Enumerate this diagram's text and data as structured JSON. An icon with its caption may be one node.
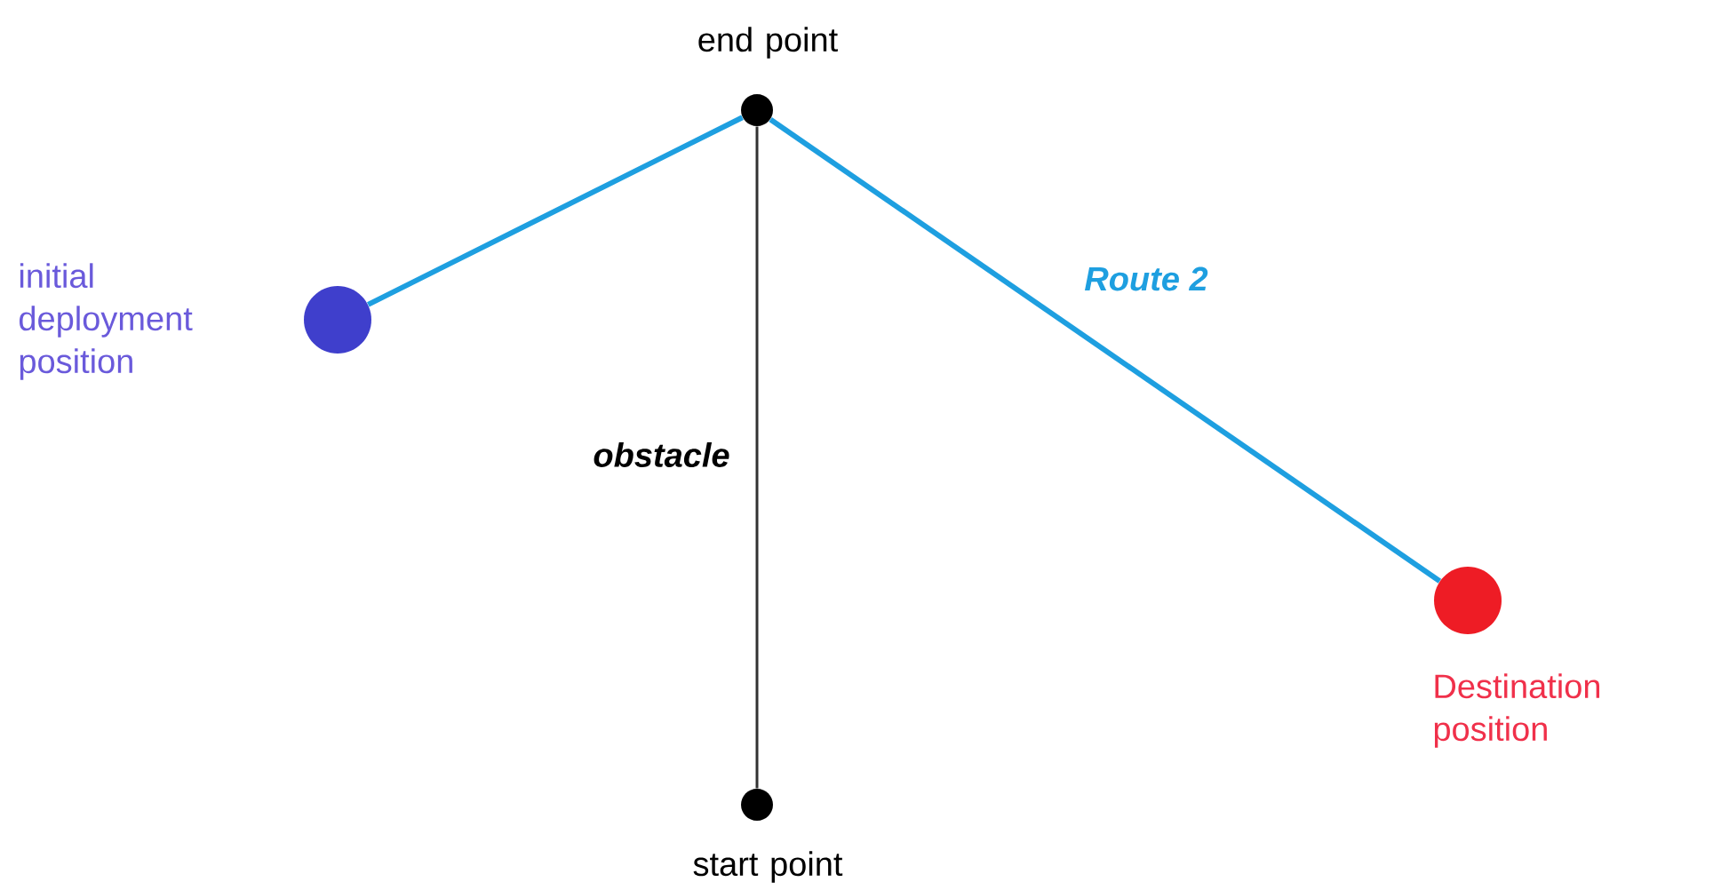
{
  "diagram": {
    "nodes": [
      {
        "text": [],
        "shape": "circle",
        "beside": [
          "initial deployment position"
        ]
      },
      {
        "text": [],
        "shape": "circle",
        "beside": [
          "end point"
        ]
      },
      {
        "text": [],
        "shape": "circle",
        "beside": [
          "start point"
        ]
      },
      {
        "text": [],
        "shape": "circle",
        "beside": [
          "Destination position"
        ]
      }
    ],
    "edges": [
      {
        "from": 0,
        "to": 1,
        "arrow": "none"
      },
      {
        "from": 1,
        "to": 3,
        "arrow": "none",
        "label": "Route 2"
      },
      {
        "from": 2,
        "to": 1,
        "arrow": "none",
        "label": "obstacle",
        "color": "#333333"
      }
    ]
  }
}
